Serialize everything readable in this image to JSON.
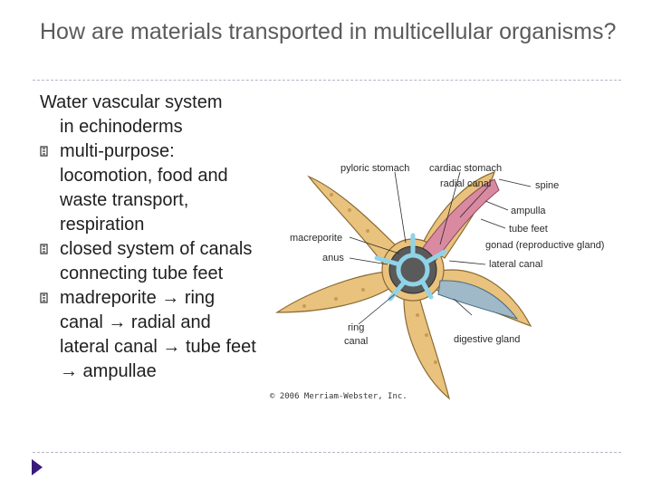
{
  "slide": {
    "title": "How are materials transported in multicellular organisms?",
    "intro_line1": "Water vascular system",
    "intro_line2": "in echinoderms",
    "bullets": [
      {
        "text": "multi-purpose: locomotion, food and waste transport, respiration"
      },
      {
        "text": "closed system of canals connecting tube feet"
      },
      {
        "text": "madreporite → ring canal → radial and lateral canal → tube feet → ampullae"
      }
    ]
  },
  "figure": {
    "labels": {
      "pyloric_stomach": "pyloric stomach",
      "cardiac_stomach": "cardiac stomach",
      "radial_canal": "radial canal",
      "spine": "spine",
      "ampulla": "ampulla",
      "tube_feet": "tube feet",
      "gonad": "gonad (reproductive gland)",
      "lateral_canal": "lateral canal",
      "madreporite": "macreporite",
      "anus": "anus",
      "ring_canal_1": "ring",
      "ring_canal_2": "canal",
      "digestive_gland": "digestive gland"
    },
    "copyright": "© 2006 Merriam-Webster, Inc."
  },
  "colors": {
    "title": "#5b5b5b",
    "rule": "#b9b2c4",
    "arrow": "#3a1a7a",
    "starfish_body": "#e9c27d",
    "starfish_outline": "#8a6a33",
    "water_canal": "#8fd3e8",
    "gonad": "#d98aa0"
  }
}
